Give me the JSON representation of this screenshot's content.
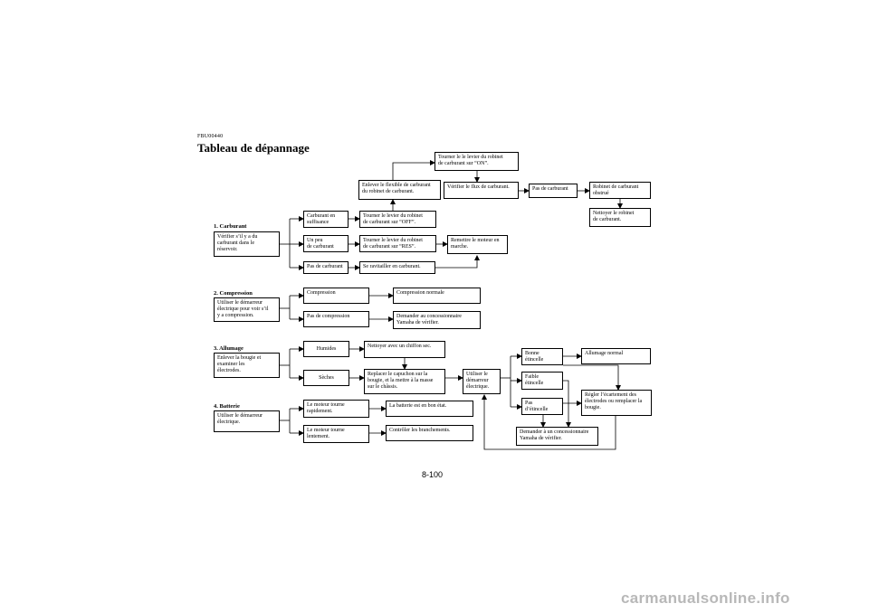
{
  "header": {
    "code": "FBU00440",
    "title": "Tableau de dépannage"
  },
  "sections": {
    "carburant": {
      "title": "1. Carburant",
      "check": "Vérifier s’il y a du\ncarburant dans le\nréservoir.",
      "assez": "Carburant en\nsuffisance",
      "peu": "Un peu\nde carburant",
      "pas": "Pas de carburant",
      "off": "Tourner le levier du robinet\nde carburant sur “OFF”.",
      "res": "Tourner le levier du robinet\nde carburant sur “RES”.",
      "ravit": "Se ravitailler en carburant.",
      "remettre": "Remettre le moteur en\nmarche.",
      "flexible": "Enlever le flexible de carburant\ndu robinet de carburant.",
      "on": "Tourner le le levier du  robinet\nde carburant sur “ON”.",
      "flux": "Vérifier le flux de carburant.",
      "pas2": "Pas de carburant",
      "obstrue": "Robinet de carburant\nobstrué",
      "nettoyer": "Nettoyer le robinet\nde carburant."
    },
    "compression": {
      "title": "2. Compression",
      "check": "Utiliser le démarreur\nélectrique pour voir s’il\ny a compression.",
      "oui": "Compression",
      "non": "Pas de compression",
      "normale": "Compression normale",
      "conc": "Demander au concessionnaire\nYamaha de vérifier."
    },
    "allumage": {
      "title": "3. Allumage",
      "check": "Enlever la bougie et\nexaminer les\nélectrodes.",
      "humides": "Humides",
      "seches": "Sèches",
      "chiffon": "Nettoyer avec un chiffon sec.",
      "replacer": "Replacer le capuchon sur la\nbougie, et la mettre à la masse\nsur le châssis.",
      "demarreur": "Utiliser le\ndémarreur\nélectrique.",
      "bonne": "Bonne\nétincelle",
      "faible": "Faible\nétincelle",
      "pas": "Pas\nd’étincelle",
      "normal": "Allumage normal",
      "regler": "Régler l’écartement des\nélectrodes ou remplacer la\nbougie.",
      "conc": "Demander à un concessionnaire\nYamaha de vérifier."
    },
    "batterie": {
      "title": "4. Batterie",
      "check": "Utiliser le démarreur\nélectrique.",
      "rapide": "Le moteur tourne\nrapidement.",
      "lent": "Le moteur tourne\nlentement.",
      "bon": "La batterie est en bon état.",
      "branch": "Contrôler les branchements."
    }
  },
  "footer": {
    "page": "8-100",
    "watermark": "carmanualsonline.info"
  }
}
